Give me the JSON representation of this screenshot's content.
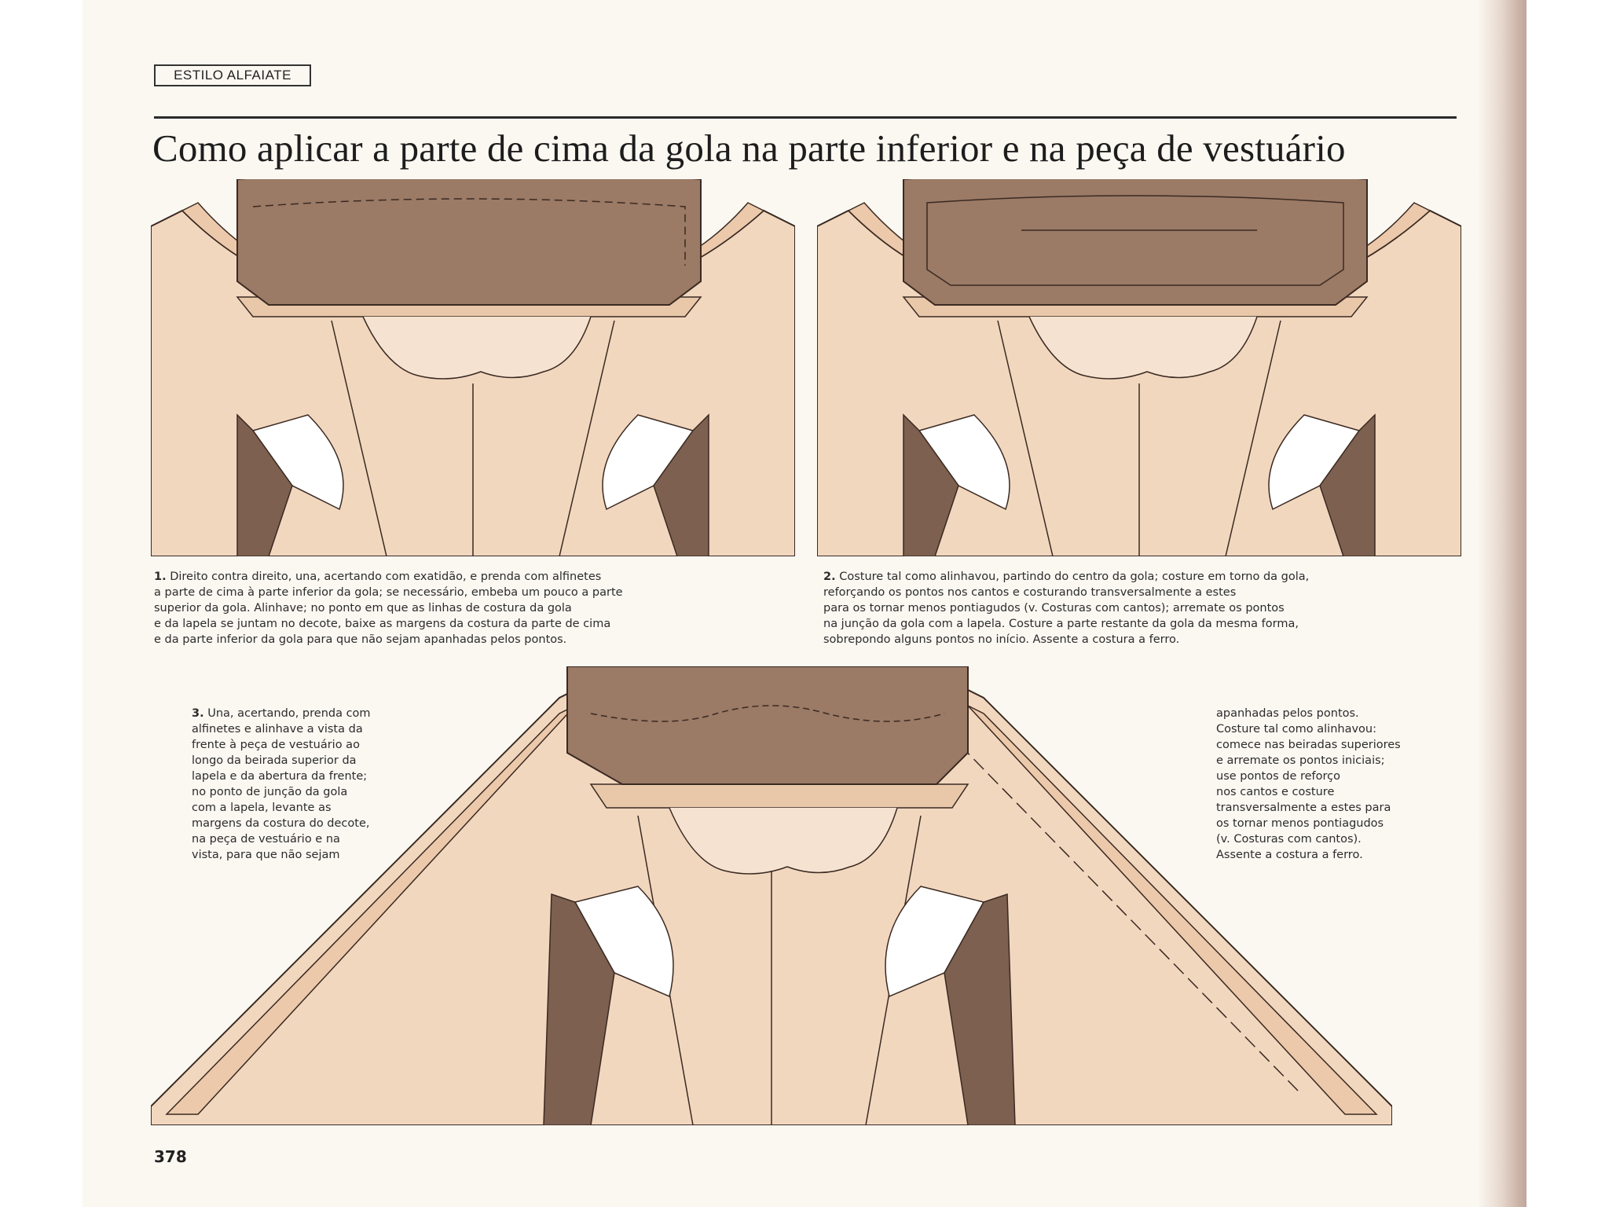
{
  "header": {
    "section_label": "ESTILO ALFAIATE"
  },
  "title": "Como aplicar a parte de cima da gola na parte inferior e na peça de vestuário",
  "colors": {
    "collar": "#9b7a66",
    "collar_dark": "#7d604f",
    "garment": "#f2d7bf",
    "facing": "#ecc9ab",
    "lining": "#ffffff",
    "outline": "#3a2a22"
  },
  "steps": [
    {
      "number": "1.",
      "text": "Direito contra direito, una, acertando com exatidão, e prenda com alfinetes\na parte de cima à parte inferior da gola; se necessário, embeba um pouco a parte\nsuperior da gola. Alinhave; no ponto em que as linhas de costura da gola\ne da lapela se juntam no decote, baixe as margens da costura da parte de cima\ne da parte inferior da gola para que não sejam apanhadas pelos pontos."
    },
    {
      "number": "2.",
      "text": "Costure tal como alinhavou, partindo do centro da gola; costure em torno da gola,\nreforçando os pontos nos cantos e costurando transversalmente a estes\npara os tornar menos pontiagudos (v. Costuras com cantos); arremate os pontos\nna junção da gola com a lapela. Costure a parte restante da gola da mesma forma,\nsobrepondo alguns pontos no início. Assente a costura a ferro."
    },
    {
      "number": "3.",
      "text_left": "Una, acertando, prenda com\nalfinetes e alinhave a vista da\nfrente à peça de vestuário ao\nlongo da beirada superior da\nlapela e da abertura da frente;\nno ponto de junção da gola\ncom a lapela, levante as\nmargens da costura do decote,\nna peça de vestuário e na\nvista, para que não sejam",
      "text_right": "apanhadas pelos pontos.\nCosture tal como alinhavou:\ncomece nas beiradas superiores\ne arremate os pontos iniciais;\nuse pontos de reforço\nnos cantos e costure\ntransversalmente a estes para\nos tornar menos pontiagudos\n(v. Costuras com cantos).\nAssente a costura a ferro."
    }
  ],
  "footer": {
    "page_number": "378"
  }
}
